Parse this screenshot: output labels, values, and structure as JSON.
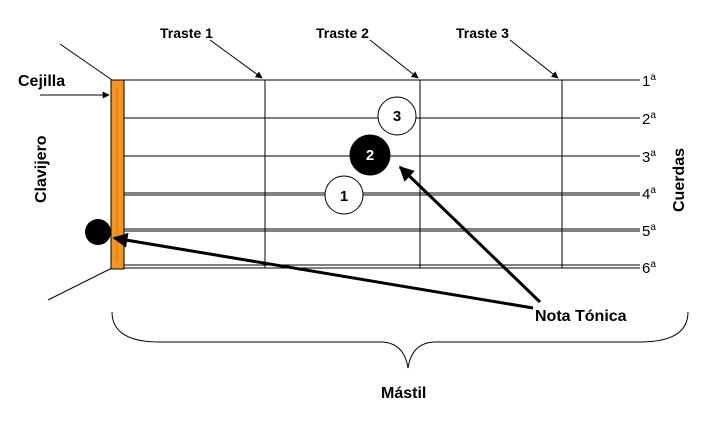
{
  "labels": {
    "fret1": "Traste 1",
    "fret2": "Traste 2",
    "fret3": "Traste 3",
    "nut": "Cejilla",
    "headstock": "Clavijero",
    "strings": "Cuerdas",
    "root_note": "Nota Tónica",
    "neck": "Mástil"
  },
  "strings": [
    {
      "num": "1",
      "sup": "a"
    },
    {
      "num": "2",
      "sup": "a"
    },
    {
      "num": "3",
      "sup": "a"
    },
    {
      "num": "4",
      "sup": "a"
    },
    {
      "num": "5",
      "sup": "a"
    },
    {
      "num": "6",
      "sup": "a"
    }
  ],
  "fingers": [
    {
      "label": "3",
      "style": "outline"
    },
    {
      "label": "2",
      "style": "filled"
    },
    {
      "label": "1",
      "style": "outline"
    }
  ],
  "colors": {
    "nut": "#f7941d",
    "line": "#000000",
    "filled_dot": "#000000",
    "outline_dot_fill": "#ffffff"
  }
}
